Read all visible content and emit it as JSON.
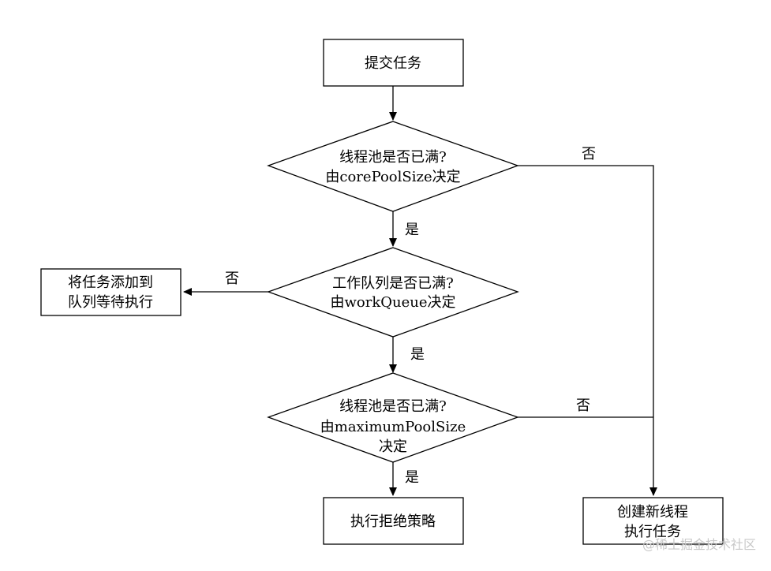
{
  "nodes": {
    "submit": {
      "lines": [
        "提交任务"
      ]
    },
    "core_check": {
      "lines": [
        "线程池是否已满?",
        "由corePoolSize决定"
      ]
    },
    "queue_check": {
      "lines": [
        "工作队列是否已满?",
        "由workQueue决定"
      ]
    },
    "max_check": {
      "lines": [
        "线程池是否已满?",
        "由maximumPoolSize",
        "决定"
      ]
    },
    "enqueue": {
      "lines": [
        "将任务添加到",
        "队列等待执行"
      ]
    },
    "reject": {
      "lines": [
        "执行拒绝策略"
      ]
    },
    "create_thread": {
      "lines": [
        "创建新线程",
        "执行任务"
      ]
    }
  },
  "edges": {
    "core_yes": "是",
    "core_no": "否",
    "queue_yes": "是",
    "queue_no": "否",
    "max_yes": "是",
    "max_no": "否"
  },
  "watermark": "@稀土掘金技术社区"
}
